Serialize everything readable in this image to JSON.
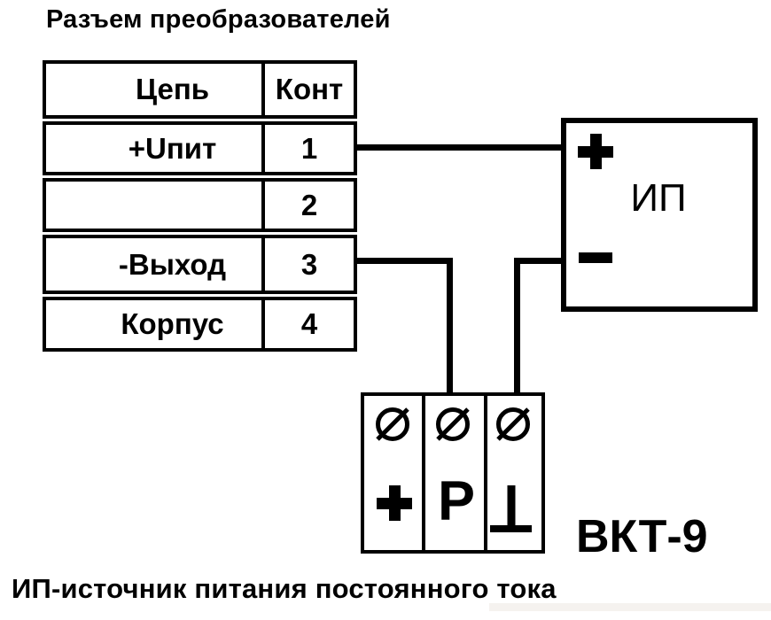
{
  "title": "Разъем преобразователей",
  "caption": "ИП-источник питания постоянного тока",
  "connector_table": {
    "col_circuit": "Цепь",
    "col_contact": "Конт",
    "rows": [
      {
        "circuit": "+Uпит",
        "contact": "1"
      },
      {
        "circuit": "",
        "contact": "2"
      },
      {
        "circuit": "-Выход",
        "contact": "3"
      },
      {
        "circuit": "Корпус",
        "contact": "4"
      }
    ]
  },
  "power_supply": {
    "label": "ИП",
    "positive_symbol": "+",
    "negative_symbol": "−"
  },
  "device": {
    "label": "ВКТ-9",
    "terminals": [
      {
        "symbol": "+",
        "name": "plus"
      },
      {
        "symbol": "Р",
        "name": "R"
      },
      {
        "symbol": "⊥",
        "name": "ground"
      }
    ]
  },
  "connections": [
    {
      "from": "контакт 1 (+Uпит)",
      "to": "ИП +"
    },
    {
      "from": "контакт 3 (-Выход)",
      "to": "ВКТ-9 клемма Р"
    },
    {
      "from": "ИП −",
      "to": "ВКТ-9 клемма ⊥"
    }
  ],
  "colors": {
    "ink": "#000000",
    "background": "#ffffff",
    "page_edge": "#f5f2ef"
  }
}
